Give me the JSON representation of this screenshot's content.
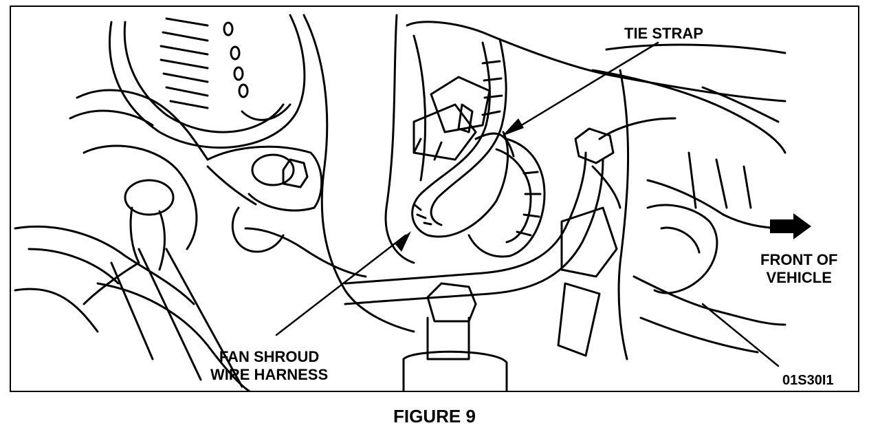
{
  "labels": {
    "tie_strap": "TIE STRAP",
    "front_line1": "FRONT OF",
    "front_line2": "VEHICLE",
    "fan_line1": "FAN SHROUD",
    "fan_line2": "WIRE HARNESS",
    "code": "01S30I1"
  },
  "caption": "FIGURE 9"
}
